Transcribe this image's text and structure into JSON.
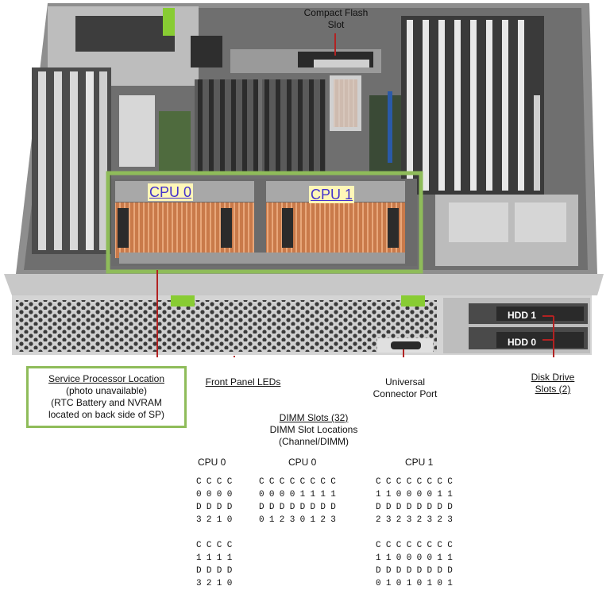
{
  "labels": {
    "compact_flash": [
      "Compact Flash",
      "Slot"
    ],
    "cpu0": "CPU 0",
    "cpu1": "CPU 1",
    "hdd1": "HDD 1",
    "hdd0": "HDD 0",
    "service_processor": [
      "Service Processor Location",
      "(photo unavailable)",
      "(RTC Battery and NVRAM",
      "located on back side of SP)"
    ],
    "front_panel": "Front Panel LEDs",
    "universal_port": [
      "Universal",
      "Connector Port"
    ],
    "disk_drive": [
      "Disk Drive",
      "Slots (2)"
    ]
  },
  "dimm": {
    "title": "DIMM Slots (32)",
    "subtitle": [
      "DIMM Slot Locations",
      "(Channel/DIMM)"
    ],
    "groups": [
      {
        "title": "CPU 0",
        "rows": [
          "CCCC",
          "0000",
          "DDDD",
          "3210",
          "",
          "CCCC",
          "1111",
          "DDDD",
          "3210"
        ]
      },
      {
        "title": "CPU 0",
        "rows": [
          "CCCCCCCC",
          "00001111",
          "DDDDDDDD",
          "01230123"
        ]
      },
      {
        "title": "CPU 1",
        "rows": [
          "CCCCCCCC",
          "11000011",
          "DDDDDDDD",
          "23232323",
          "",
          "CCCCCCCC",
          "11000011",
          "DDDDDDDD",
          "01010101"
        ]
      }
    ]
  },
  "colors": {
    "highlight_box": "#8fbc5a",
    "pointer_line": "#b22222",
    "cpu_tag_bg": "#fff7b8",
    "cpu_tag_text": "#4433cc"
  }
}
